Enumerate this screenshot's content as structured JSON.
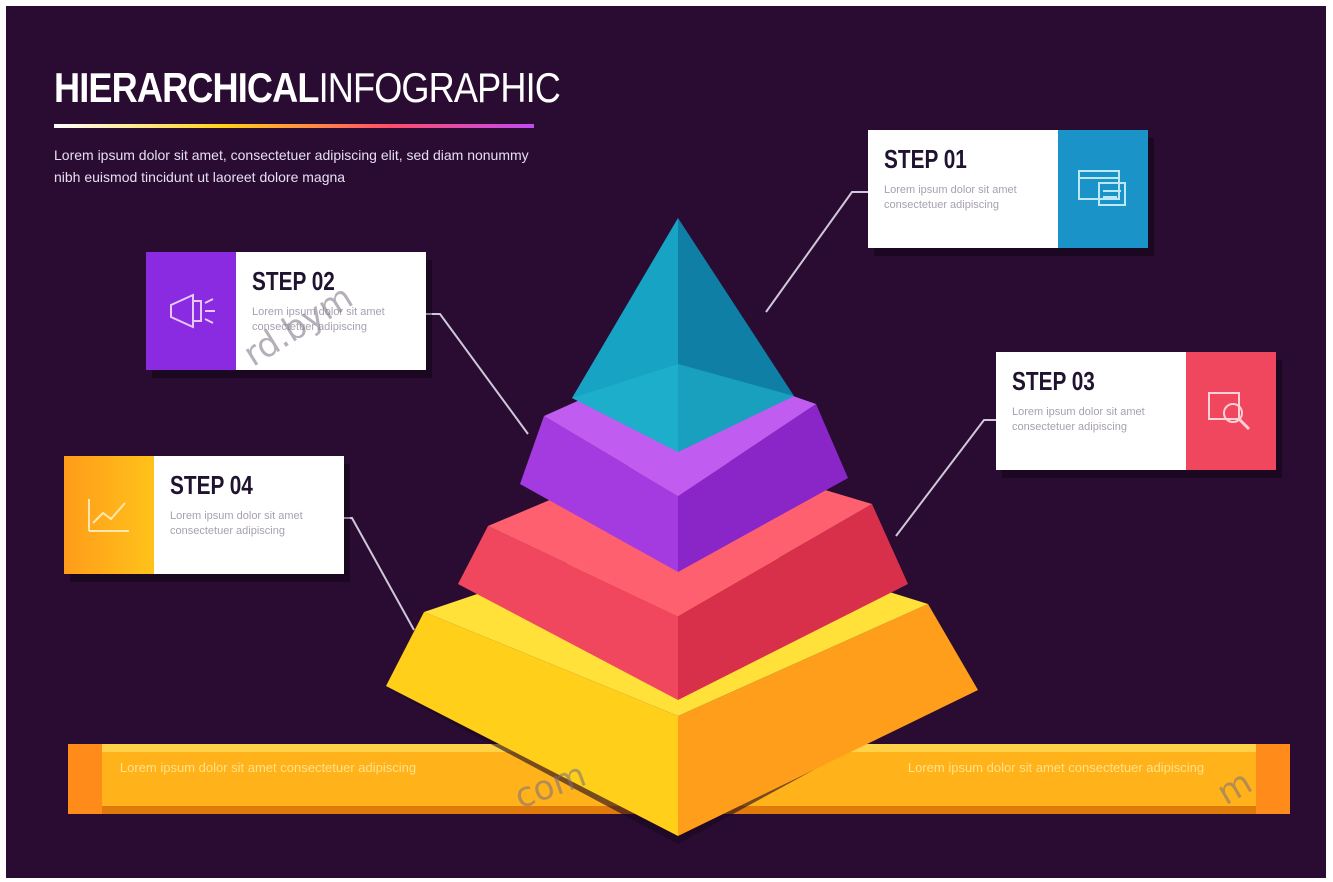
{
  "header": {
    "title_bold": "HIERARCHICAL",
    "title_light": "INFOGRAPHIC",
    "description": "Lorem ipsum dolor sit amet, consectetuer adipiscing elit, sed diam nonummy nibh euismod tincidunt ut laoreet dolore magna"
  },
  "steps": [
    {
      "label": "STEP 01",
      "text": "Lorem ipsum dolor sit amet consectetuer adipiscing",
      "icon": "web-browser-icon",
      "color": "#1a93c9"
    },
    {
      "label": "STEP 02",
      "text": "Lorem ipsum dolor sit amet consectetuer adipiscing",
      "icon": "megaphone-icon",
      "color": "#8a2be2"
    },
    {
      "label": "STEP 03",
      "text": "Lorem ipsum dolor sit amet consectetuer adipiscing",
      "icon": "search-icon",
      "color": "#f0475f"
    },
    {
      "label": "STEP 04",
      "text": "Lorem ipsum dolor sit amet consectetuer adipiscing",
      "icon": "chart-icon",
      "color": "#ffb21a"
    }
  ],
  "banner": {
    "left_text": "Lorem ipsum dolor sit amet consectetuer adipiscing",
    "right_text": "Lorem ipsum dolor sit amet consectetuer adipiscing"
  },
  "watermarks": [
    "rd.bym",
    "com",
    "m"
  ],
  "colors": {
    "background": "#2a0c33",
    "tier_top": "#1aa6c4",
    "tier_2": "#a435e0",
    "tier_3": "#f0475f",
    "tier_4": "#ffc21a"
  }
}
